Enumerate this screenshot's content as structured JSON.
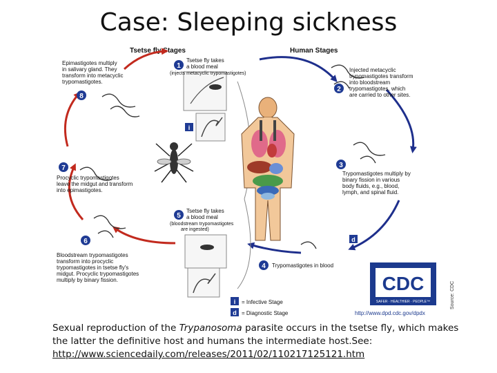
{
  "slide": {
    "title": "Case: Sleeping sickness",
    "caption_pre": "Sexual reproduction of the ",
    "caption_em": "Trypanosoma",
    "caption_post": " parasite occurs in the tsetse fly, which makes the latter the definitive host and humans the intermediate host.See:",
    "caption_link": "http://www.sciencedaily.com/releases/2011/02/110217125121.htm",
    "source_credit": "Source: CDC"
  },
  "diagram": {
    "header_left": "Tsetse fly Stages",
    "header_right": "Human Stages",
    "step1": [
      "Tsetse fly takes",
      "a blood meal",
      "(injects metacyclic trypomastigotes)"
    ],
    "step2": [
      "Injected metacyclic",
      "trypomastigotes transform",
      "into bloodstream",
      "trypomastigotes, which",
      "are carried to other sites."
    ],
    "step3": [
      "Trypomastigotes multiply by",
      "binary fission in various",
      "body fluids, e.g., blood,",
      "lymph, and spinal fluid."
    ],
    "step4": [
      "Trypomastigotes in blood"
    ],
    "step5": [
      "Tsetse fly takes",
      "a blood meal",
      "(bloodstream trypomastigotes",
      "are ingested)"
    ],
    "step6": [
      "Bloodstream trypomastigotes",
      "transform into procyclic",
      "trypomastigotes in tsetse fly's",
      "midgut. Procyclic trypomastigotes",
      "multiply by binary fission."
    ],
    "step7": [
      "Procyclic trypomastigotes",
      "leave the midgut and transform",
      "into epimastigotes."
    ],
    "step8": [
      "Epimastigotes multiply",
      "in salivary gland. They",
      "transform into metacyclic",
      "trypomastigotes."
    ],
    "numbers": [
      "1",
      "2",
      "3",
      "4",
      "5",
      "6",
      "7",
      "8"
    ],
    "legend_i": "= Infective Stage",
    "legend_d": "= Diagnostic Stage",
    "stage_i": "i",
    "stage_d": "d",
    "cdc_logo_text": "CDC",
    "cdc_tagline": "SAFER · HEALTHIER · PEOPLE™",
    "cdc_url": "http://www.dpd.cdc.gov/dpdx",
    "colors": {
      "arrow_blue": "#1e2f8c",
      "arrow_red": "#c22a1e",
      "badge": "#1f3b94",
      "cdc_blue": "#1c3a8e"
    }
  }
}
